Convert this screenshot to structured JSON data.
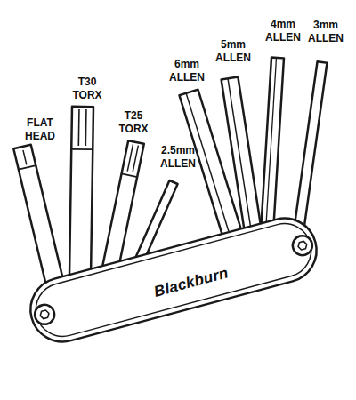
{
  "diagram": {
    "labels": [
      "FLAT HEAD",
      "T30 TORX",
      "T25 TORX",
      "2.5mm ALLEN",
      "6mm ALLEN",
      "5mm ALLEN",
      "4mm ALLEN",
      "3mm ALLEN",
      "Blackburn"
    ]
  }
}
